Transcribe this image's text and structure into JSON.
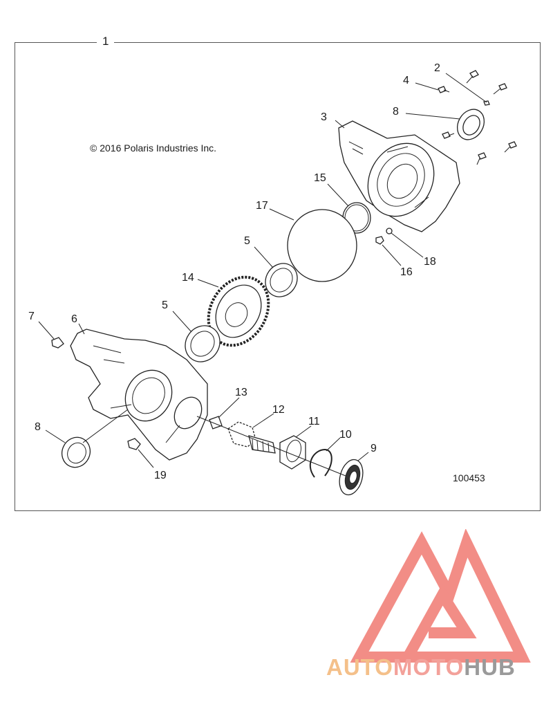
{
  "diagram": {
    "assembly_number": "1",
    "copyright": "© 2016 Polaris Industries Inc.",
    "drawing_number": "100453",
    "callouts": [
      "2",
      "3",
      "4",
      "8",
      "15",
      "17",
      "5",
      "18",
      "16",
      "14",
      "5",
      "7",
      "6",
      "13",
      "12",
      "11",
      "10",
      "9",
      "8",
      "19"
    ]
  },
  "watermark": {
    "brand_part1": "AUTO",
    "brand_part2": "MOTO",
    "brand_part3": "HUB",
    "colors": {
      "auto": "#f4c08a",
      "moto": "#f3a19a",
      "hub": "#9a9a9a",
      "logo": "#f07a72"
    }
  }
}
